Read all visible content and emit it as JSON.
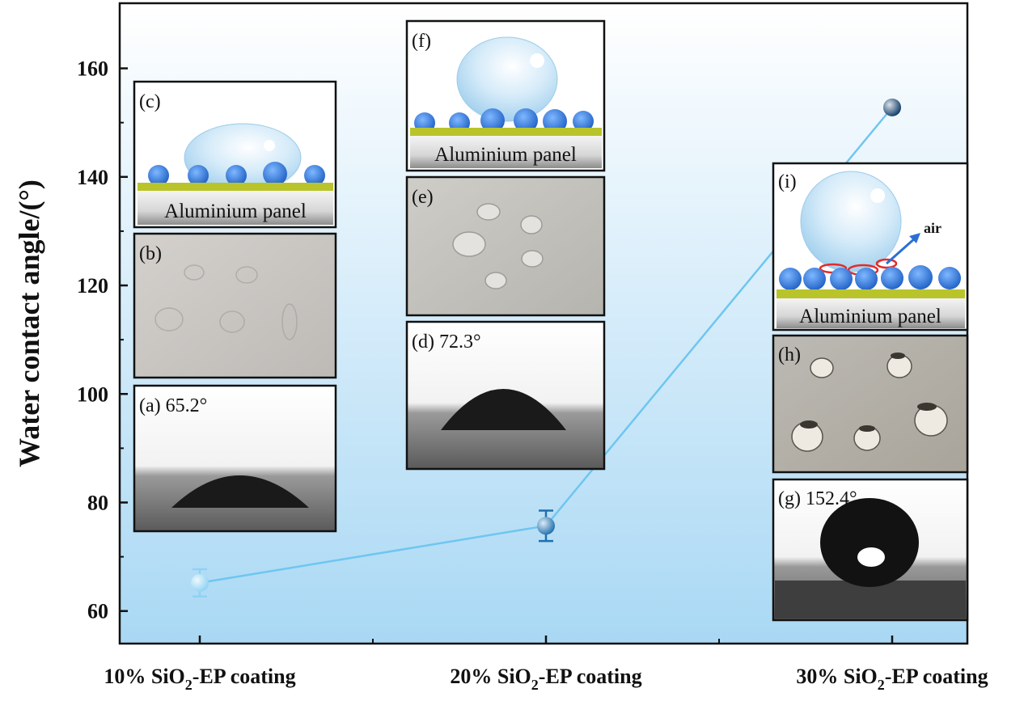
{
  "colors": {
    "bg_top": "#ffffff",
    "bg_bottom": "#a9d8f4",
    "line": "#6ec6f0",
    "point_10": "#8fd2f3",
    "point_20": "#1e6fae",
    "point_30": "#0d3a66",
    "panel_bar": "#b9c42a",
    "sphere": "#2a6fd6"
  },
  "chart_data": {
    "type": "line",
    "categories": [
      "10% SiO2-EP coating",
      "20% SiO2-EP coating",
      "30% SiO2-EP coating"
    ],
    "series": [
      {
        "values": [
          65.2,
          75.7,
          152.8
        ],
        "error": [
          2.5,
          2.8,
          0.8
        ]
      }
    ],
    "title": "",
    "xlabel": "",
    "ylabel": "Water contact angle/(°)",
    "yticks": [
      60,
      80,
      100,
      120,
      140,
      160
    ],
    "ylim": [
      54,
      172
    ],
    "grid": false
  },
  "category_labels": [
    {
      "pre": "10% SiO",
      "sub": "2",
      "post": "-EP coating"
    },
    {
      "pre": "20% SiO",
      "sub": "2",
      "post": "-EP coating"
    },
    {
      "pre": "30% SiO",
      "sub": "2",
      "post": "-EP coating"
    }
  ],
  "panels": {
    "a": {
      "tag": "(a) 65.2°"
    },
    "b": {
      "tag": "(b)"
    },
    "c": {
      "tag": "(c)",
      "text": "Aluminium panel"
    },
    "d": {
      "tag": "(d) 72.3°"
    },
    "e": {
      "tag": "(e)"
    },
    "f": {
      "tag": "(f)",
      "text": "Aluminium panel"
    },
    "g": {
      "tag": "(g) 152.4°"
    },
    "h": {
      "tag": "(h)"
    },
    "i": {
      "tag": "(i)",
      "text": "Aluminium panel",
      "air": "air"
    }
  }
}
